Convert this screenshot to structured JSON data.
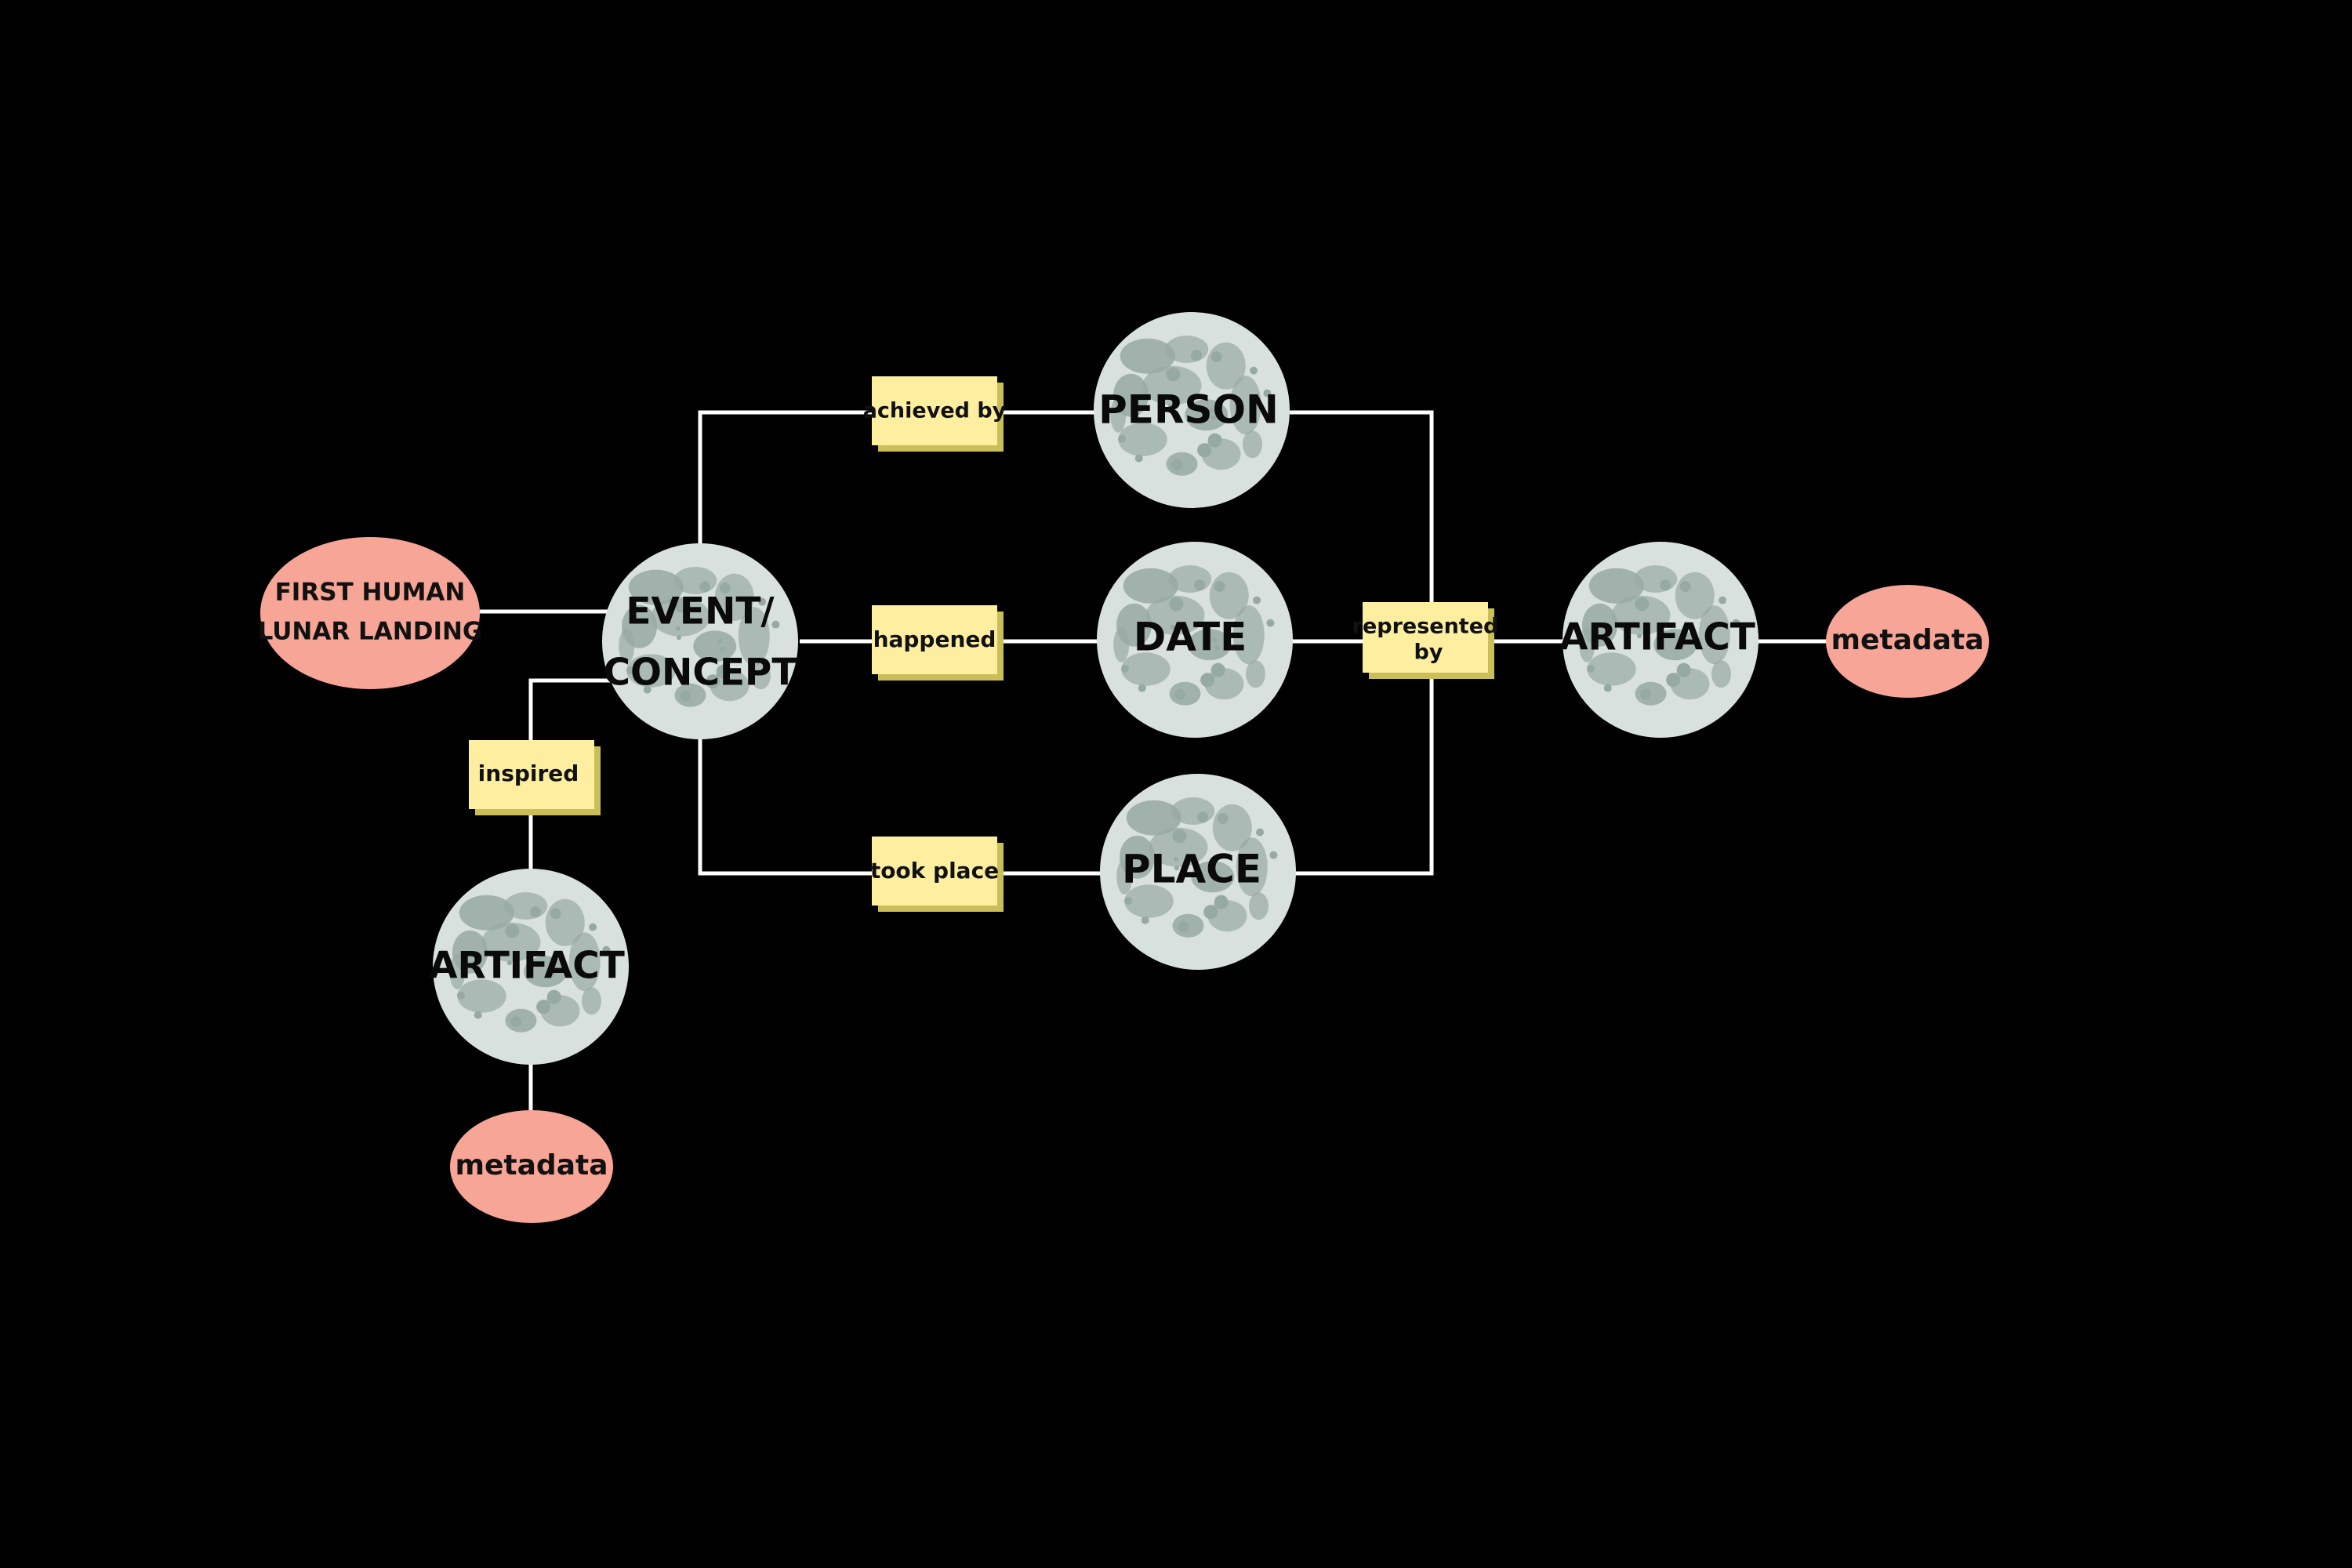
{
  "colors": {
    "background": "#000000",
    "edge": "#ffffff",
    "moon_fill": "#d9e1df",
    "moon_crater": "#97a9a3",
    "oval_fill": "#f7a596",
    "label_fill": "#fdeea0",
    "label_shadow": "#c9be58"
  },
  "nodes": {
    "first_landing": {
      "line1": "FIRST HUMAN",
      "line2": "LUNAR LANDING"
    },
    "event": {
      "line1": "EVENT/",
      "line2": "CONCEPT"
    },
    "person": {
      "label": "PERSON"
    },
    "date": {
      "label": "DATE"
    },
    "place": {
      "label": "PLACE"
    },
    "artifact_right": {
      "label": "ARTIFACT"
    },
    "artifact_bottom": {
      "label": "ARTIFACT"
    },
    "metadata_right": {
      "label": "metadata"
    },
    "metadata_bottom": {
      "label": "metadata"
    }
  },
  "relations": {
    "achieved_by": "achieved by",
    "happened": "happened",
    "took_place": "took place",
    "represented_by": {
      "line1": "represented",
      "line2": "by"
    },
    "inspired": "inspired"
  }
}
